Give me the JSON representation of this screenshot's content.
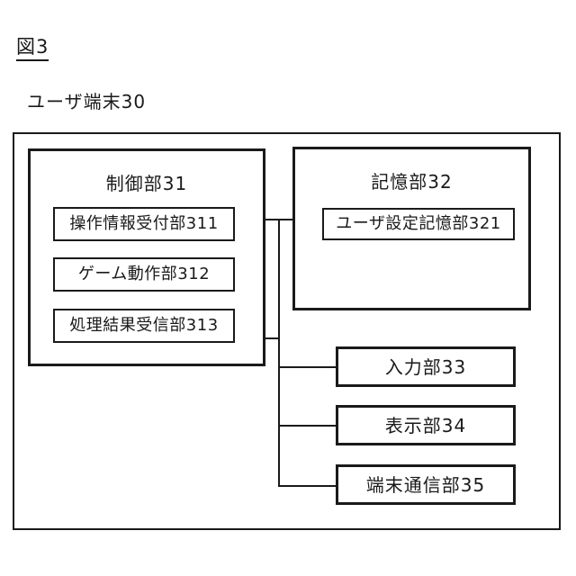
{
  "figure": {
    "label": "図3"
  },
  "diagram": {
    "frame_caption": "ユーザ端末30",
    "control_unit": {
      "title": "制御部31",
      "sub_blocks": [
        {
          "label": "操作情報受付部311"
        },
        {
          "label": "ゲーム動作部312"
        },
        {
          "label": "処理結果受信部313"
        }
      ]
    },
    "storage_unit": {
      "title": "記憶部32",
      "sub_blocks": [
        {
          "label": "ユーザ設定記憶部321"
        }
      ]
    },
    "peripheral_units": [
      {
        "label": "入力部33"
      },
      {
        "label": "表示部34"
      },
      {
        "label": "端末通信部35"
      }
    ],
    "colors": {
      "ink": "#1a1a1a",
      "paper": "#ffffff"
    }
  }
}
